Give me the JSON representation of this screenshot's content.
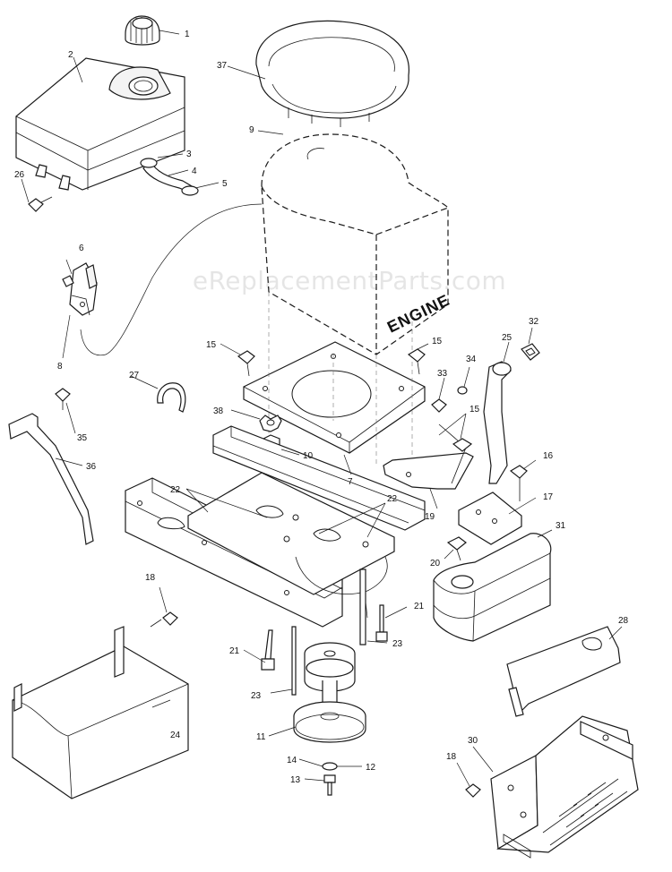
{
  "watermark": "eReplacementParts.com",
  "engine_label": "ENGINE",
  "callouts": [
    "1",
    "2",
    "3",
    "4",
    "5",
    "6",
    "7",
    "8",
    "9",
    "10",
    "11",
    "12",
    "13",
    "14",
    "15",
    "15",
    "15",
    "16",
    "17",
    "18",
    "18",
    "19",
    "20",
    "21",
    "21",
    "22",
    "22",
    "23",
    "23",
    "24",
    "25",
    "26",
    "27",
    "28",
    "30",
    "31",
    "32",
    "33",
    "34",
    "35",
    "36",
    "37",
    "38"
  ]
}
